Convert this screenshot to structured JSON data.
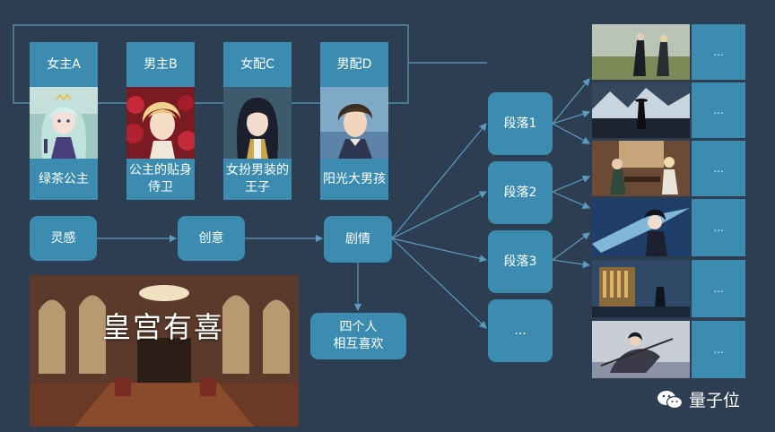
{
  "characters": [
    {
      "role": "女主A",
      "desc": "绿茶公主"
    },
    {
      "role": "男主B",
      "desc": "公主的贴身侍卫"
    },
    {
      "role": "女配C",
      "desc": "女扮男装的王子"
    },
    {
      "role": "男配D",
      "desc": "阳光大男孩"
    }
  ],
  "flow": {
    "inspiration": "灵感",
    "idea": "创意",
    "plot": "剧情"
  },
  "plot_note": "四个人\n相互喜欢",
  "scene_title": "皇宫有喜",
  "paragraphs": [
    "段落1",
    "段落2",
    "段落3",
    "..."
  ],
  "outputs": [
    "...",
    "...",
    "...",
    "...",
    "...",
    "..."
  ],
  "watermark": "量子位",
  "colors": {
    "background": "#2e3e52",
    "box": "#3b8cb0",
    "line": "#5a9dc0"
  }
}
